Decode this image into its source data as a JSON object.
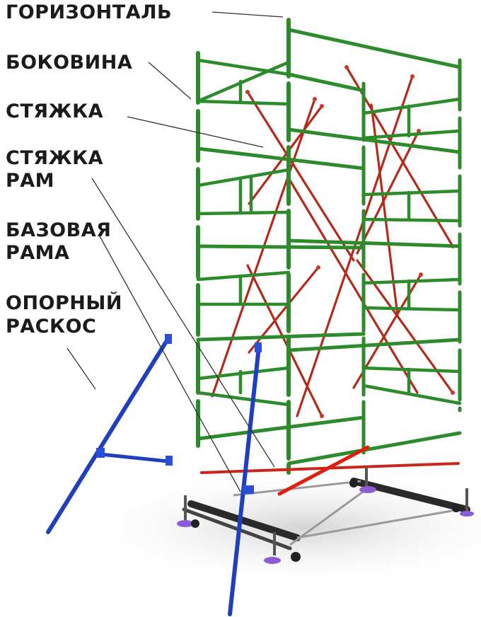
{
  "labels": {
    "horizontal": "ГОРИЗОНТАЛЬ",
    "side": "БОКОВИНА",
    "tie": "СТЯЖКА",
    "frame_tie_1": "СТЯЖКА",
    "frame_tie_2": "РАМ",
    "base_frame_1": "БАЗОВАЯ",
    "base_frame_2": "РАМА",
    "support_brace_1": "ОПОРНЫЙ",
    "support_brace_2": "РАСКОС"
  },
  "colors": {
    "frame_green": "#2e8b2b",
    "tie_red": "#b42a1a",
    "brace_blue": "#1f3fbf",
    "base_dark": "#2a2a2a",
    "wheel_purple": "#8a5cd6",
    "leader_line": "#333333"
  }
}
